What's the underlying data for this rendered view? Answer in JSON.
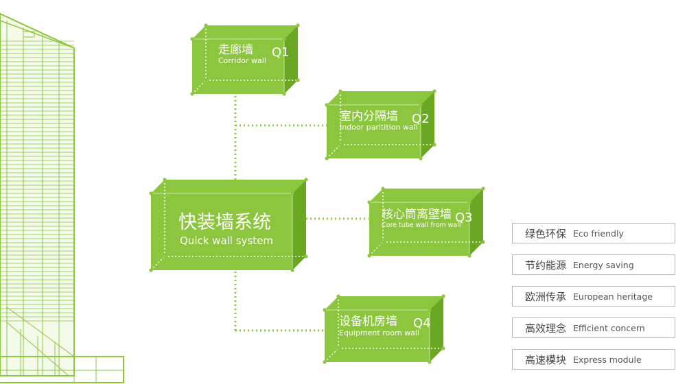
{
  "colors": {
    "green": "#8cc63f",
    "green_dark": "#6aa823",
    "line": "#8cc63f",
    "gray_border": "#b7b7b7"
  },
  "main": {
    "cn": "快装墙系统",
    "en": "Quick wall system"
  },
  "boxes": [
    {
      "cn": "走廊墙",
      "en": "Corridor wall",
      "q": "Q1"
    },
    {
      "cn": "室内分隔墙",
      "en": "Indoor paritition wall",
      "q": "Q2"
    },
    {
      "cn": "核心筒离壁墙",
      "en": "Core tube wall from wall",
      "q": "Q3"
    },
    {
      "cn": "设备机房墙",
      "en": "Equipment room wall",
      "q": "Q4"
    }
  ],
  "features": [
    {
      "cn": "绿色环保",
      "en": "Eco friendly"
    },
    {
      "cn": "节约能源",
      "en": "Energy saving"
    },
    {
      "cn": "欧洲传承",
      "en": "European heritage"
    },
    {
      "cn": "高效理念",
      "en": "Efficient concern"
    },
    {
      "cn": "高速模块",
      "en": "Express module"
    }
  ]
}
